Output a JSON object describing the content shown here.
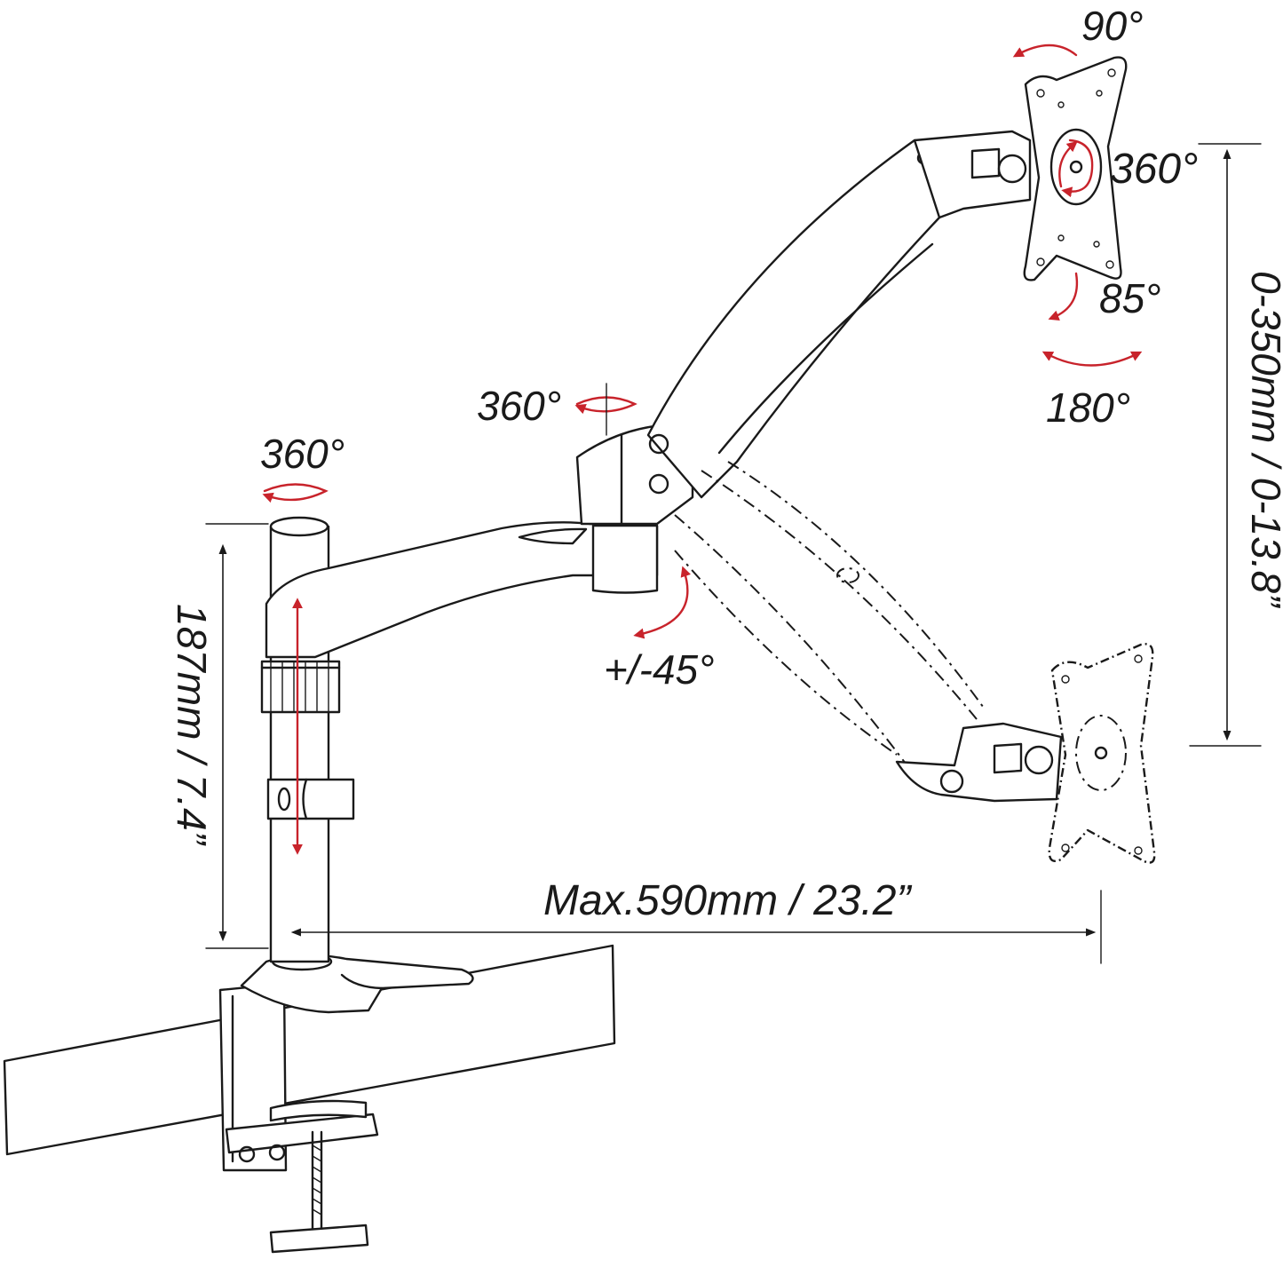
{
  "labels": {
    "tilt_up": "90°",
    "rotation_vesa": "360°",
    "tilt_down": "85°",
    "swivel_head": "180°",
    "swivel_elbow": "360°",
    "swivel_pole": "360°",
    "arm_tilt": "+/-45°",
    "height_range": "0-350mm / 0-13.8”",
    "pole_height": "187mm / 7.4”",
    "max_reach": "Max.590mm / 23.2”"
  },
  "colors": {
    "line": "#1a1a1a",
    "arrow_accent": "#c8232b",
    "background": "#ffffff"
  }
}
